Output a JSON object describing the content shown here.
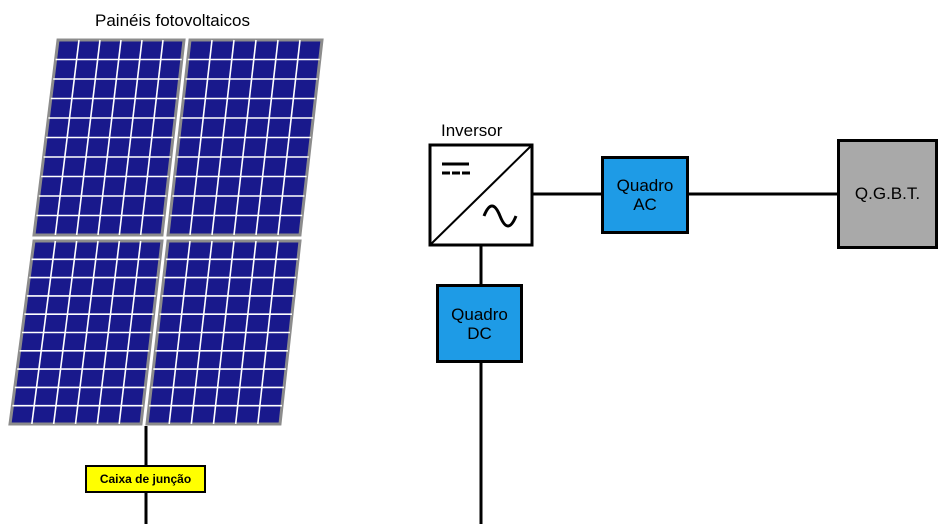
{
  "panels": {
    "title": "Painéis fotovoltaicos",
    "cell_color": "#19198c",
    "grid_color": "#ffffff",
    "frame_color": "#8c8c8c"
  },
  "inverter": {
    "label": "Inversor",
    "icon": "dc-to-ac-inverter-icon"
  },
  "quadro_ac": {
    "line1": "Quadro",
    "line2": "AC",
    "color": "#1e9be6"
  },
  "quadro_dc": {
    "line1": "Quadro",
    "line2": "DC",
    "color": "#1e9be6"
  },
  "qgbt": {
    "label": "Q.G.B.T.",
    "color": "#a9a9a9"
  },
  "junction_box": {
    "label": "Caixa de junção",
    "color": "#ffff00"
  }
}
